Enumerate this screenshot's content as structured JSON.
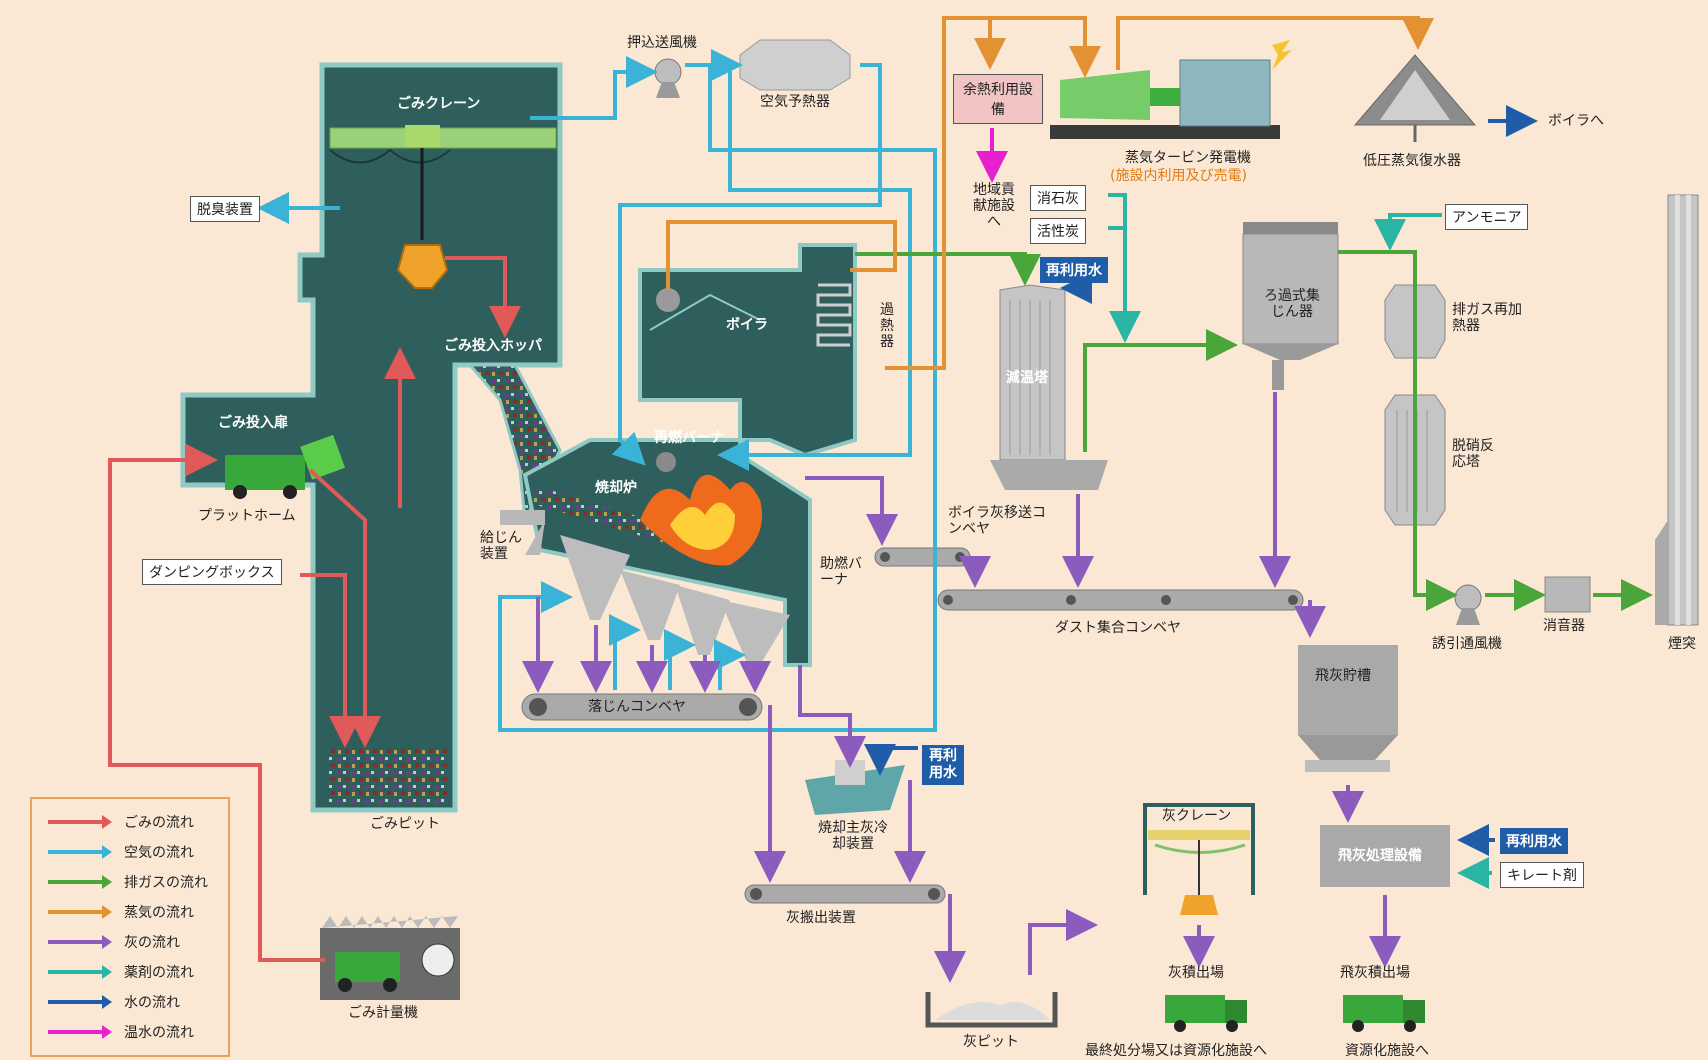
{
  "colors": {
    "waste": "#e05a5a",
    "air": "#3bb3d6",
    "gas": "#4aa63a",
    "steam": "#e39233",
    "ash": "#8b5bbd",
    "chem": "#2ab5a5",
    "water": "#1f5da8",
    "hotwater": "#e81fd0",
    "plant": "#2f5f5c",
    "plant_edge": "#8fc9c4",
    "equip": "#a9a9a9"
  },
  "legend": [
    {
      "label": "ごみの流れ",
      "color": "#e05a5a"
    },
    {
      "label": "空気の流れ",
      "color": "#3bb3d6"
    },
    {
      "label": "排ガスの流れ",
      "color": "#4aa63a"
    },
    {
      "label": "蒸気の流れ",
      "color": "#e39233"
    },
    {
      "label": "灰の流れ",
      "color": "#8b5bbd"
    },
    {
      "label": "薬剤の流れ",
      "color": "#2ab5a5"
    },
    {
      "label": "水の流れ",
      "color": "#1f5da8"
    },
    {
      "label": "温水の流れ",
      "color": "#e81fd0"
    }
  ],
  "labels": {
    "crane": "ごみクレーン",
    "hopper": "ごみ投入ホッパ",
    "door": "ごみ投入扉",
    "platform": "プラットホーム",
    "dumping": "ダンピングボックス",
    "pit": "ごみピット",
    "scale": "ごみ計量機",
    "deodor": "脱臭装置",
    "fan_push": "押込送風機",
    "air_preheat": "空気予熱器",
    "boiler": "ボイラ",
    "superheater": "過熱器",
    "reburn": "再燃バーナ",
    "furnace": "焼却炉",
    "feeder": "給じん装置",
    "aux_burner": "助燃バーナ",
    "drop_conveyor": "落じんコンベヤ",
    "ash_cooler": "焼却主灰冷却装置",
    "ash_out": "灰搬出装置",
    "ash_pit": "灰ピット",
    "ash_crane": "灰クレーン",
    "ash_ship": "灰積出場",
    "final_dest": "最終処分場又は資源化施設へ",
    "heat_use": "余熱利用設備",
    "community": "地域貢献施設へ",
    "turbine": "蒸気タービン発電機",
    "turbine_note": "(施設内利用及び売電)",
    "condenser": "低圧蒸気復水器",
    "to_boiler": "ボイラへ",
    "lime": "消石灰",
    "carbon": "活性炭",
    "reuse_water": "再利用水",
    "cooling_tower": "減温塔",
    "boiler_ash_conv": "ボイラ灰移送コンベヤ",
    "dust_conv": "ダスト集合コンベヤ",
    "bag_filter": "ろ過式集じん器",
    "ammonia": "アンモニア",
    "reheater": "排ガス再加熱器",
    "denox": "脱硝反応塔",
    "id_fan": "誘引通風機",
    "silencer": "消音器",
    "stack": "煙突",
    "fly_ash_silo": "飛灰貯槽",
    "fly_ash_treat": "飛灰処理設備",
    "chelate": "キレート剤",
    "fly_ash_ship": "飛灰積出場",
    "resource": "資源化施設へ"
  }
}
